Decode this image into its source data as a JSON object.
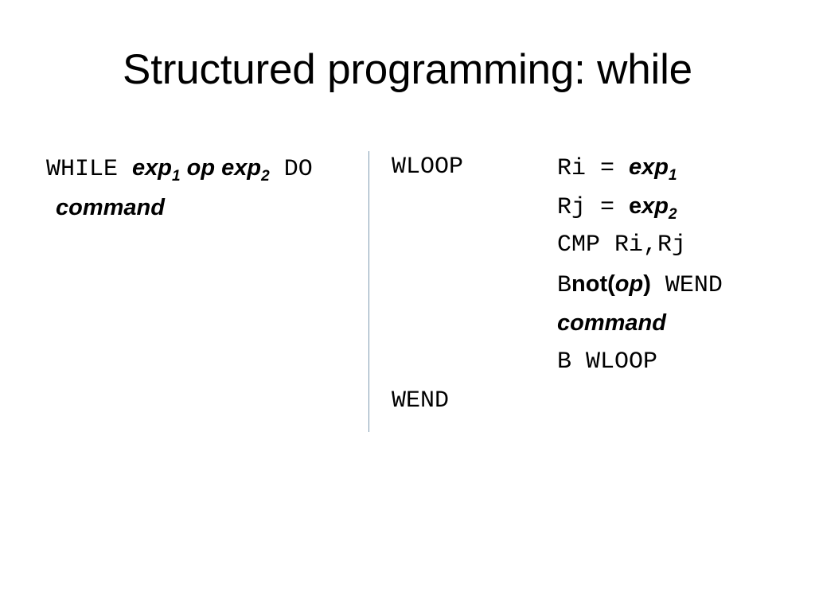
{
  "slide": {
    "title": "Structured programming: while",
    "background_color": "#ffffff",
    "text_color": "#000000",
    "divider_color": "#7f9bb0"
  },
  "source_column": {
    "name": "high-level-while-construct",
    "line1": {
      "keyword_while": "WHILE",
      "exp1": "exp",
      "exp1_sub": "1",
      "op": "op",
      "exp2": "exp",
      "exp2_sub": "2",
      "keyword_do": "DO"
    },
    "line2": {
      "command": "command"
    }
  },
  "asm_column": {
    "name": "assembly-translation",
    "rows": [
      {
        "label": "WLOOP",
        "code_mono_prefix": "Ri  = ",
        "code_meta": "exp",
        "code_meta_sub": "1",
        "kind": "assign"
      },
      {
        "label": "",
        "code_mono_prefix": "Rj  = ",
        "code_meta_upright": "e",
        "code_meta": "xp",
        "code_meta_sub": "2",
        "kind": "assign-upright-e"
      },
      {
        "label": "",
        "code_mono_prefix": "CMP Ri,Rj",
        "kind": "mono-only"
      },
      {
        "label": "",
        "branch_b": "B",
        "branch_not_open": "not(",
        "branch_op": "op",
        "branch_close": ")",
        "branch_target": " WEND",
        "kind": "branch"
      },
      {
        "label": "",
        "command": "command",
        "kind": "command"
      },
      {
        "label": "",
        "code_mono_prefix": "B WLOOP",
        "kind": "mono-only"
      },
      {
        "label": "WEND",
        "kind": "label-only"
      }
    ]
  }
}
